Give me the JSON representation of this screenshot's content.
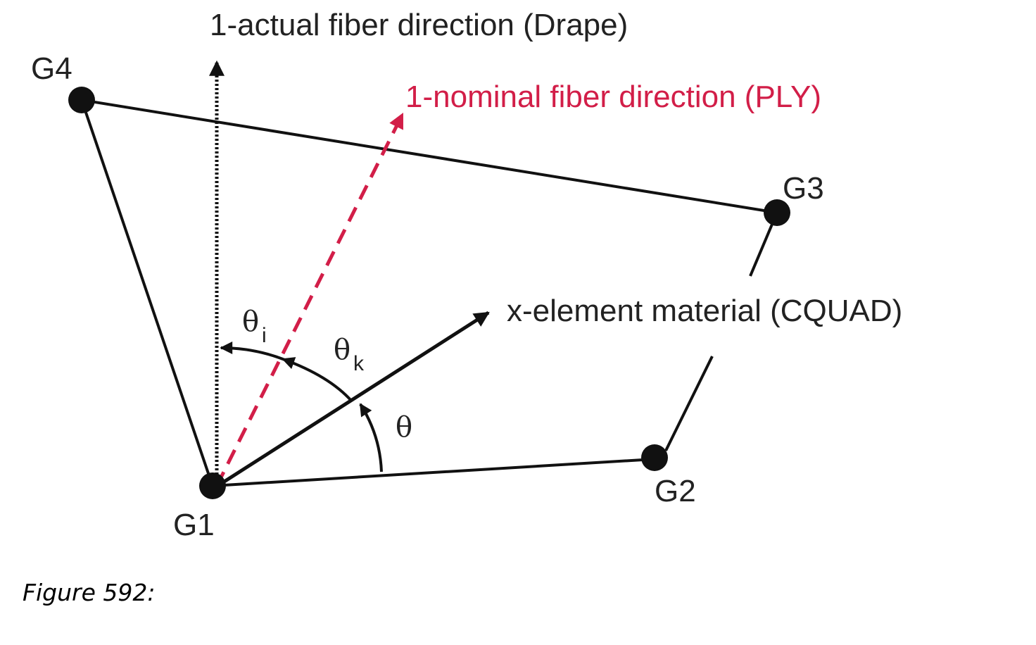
{
  "diagram": {
    "actual_fiber_label": "1-actual fiber direction (Drape)",
    "nominal_fiber_label": "1-nominal fiber direction (PLY)",
    "element_x_label": "x-element material (CQUAD)",
    "nodes": {
      "g1": "G1",
      "g2": "G2",
      "g3": "G3",
      "g4": "G4"
    },
    "angles": {
      "theta_i": "θ",
      "theta_i_sub": "i",
      "theta_k": "θ",
      "theta_k_sub": "k",
      "theta": "θ"
    },
    "colors": {
      "nominal": "#d21e48",
      "lines": "#111111"
    }
  },
  "caption": "Figure 592:"
}
